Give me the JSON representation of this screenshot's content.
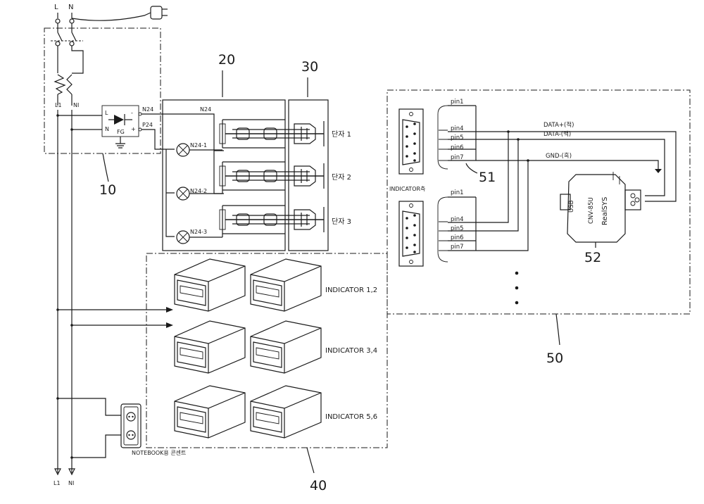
{
  "power": {
    "line_label": "L",
    "neutral_label": "N",
    "l1": "L1",
    "n1": "NI",
    "l1_bottom": "L1",
    "n1_bottom": "NI"
  },
  "psu": {
    "l": "L",
    "n": "N",
    "fg": "FG",
    "minus": "-",
    "plus": "+",
    "n24": "N24",
    "p24": "P24"
  },
  "section20": {
    "bus_label": "N24",
    "lamps": [
      "N24-1",
      "N24-2",
      "N24-3"
    ]
  },
  "section30": {
    "terminals": [
      "단자 1",
      "단자 2",
      "단자 3"
    ]
  },
  "section50": {
    "connector_label": "INDICATOR측",
    "pins_top": [
      "pin1",
      "pin4",
      "pin5",
      "pin6",
      "pin7"
    ],
    "pins_bottom": [
      "pin1",
      "pin4",
      "pin5",
      "pin6",
      "pin7"
    ],
    "data_plus": "DATA+(적)",
    "data_minus": "DATA-(백)",
    "gnd": "GND-(흑)",
    "converter_model": "CNV-85U",
    "converter_brand": "RealSYS",
    "usb": "USB"
  },
  "indicators": {
    "groups": [
      "INDICATOR 1,2",
      "INDICATOR 3,4",
      "INDICATOR 5,6"
    ]
  },
  "outlet_label": "NOTEBOOK용 콘센트",
  "refs": {
    "r10": "10",
    "r20": "20",
    "r30": "30",
    "r40": "40",
    "r50": "50",
    "r51": "51",
    "r52": "52"
  }
}
